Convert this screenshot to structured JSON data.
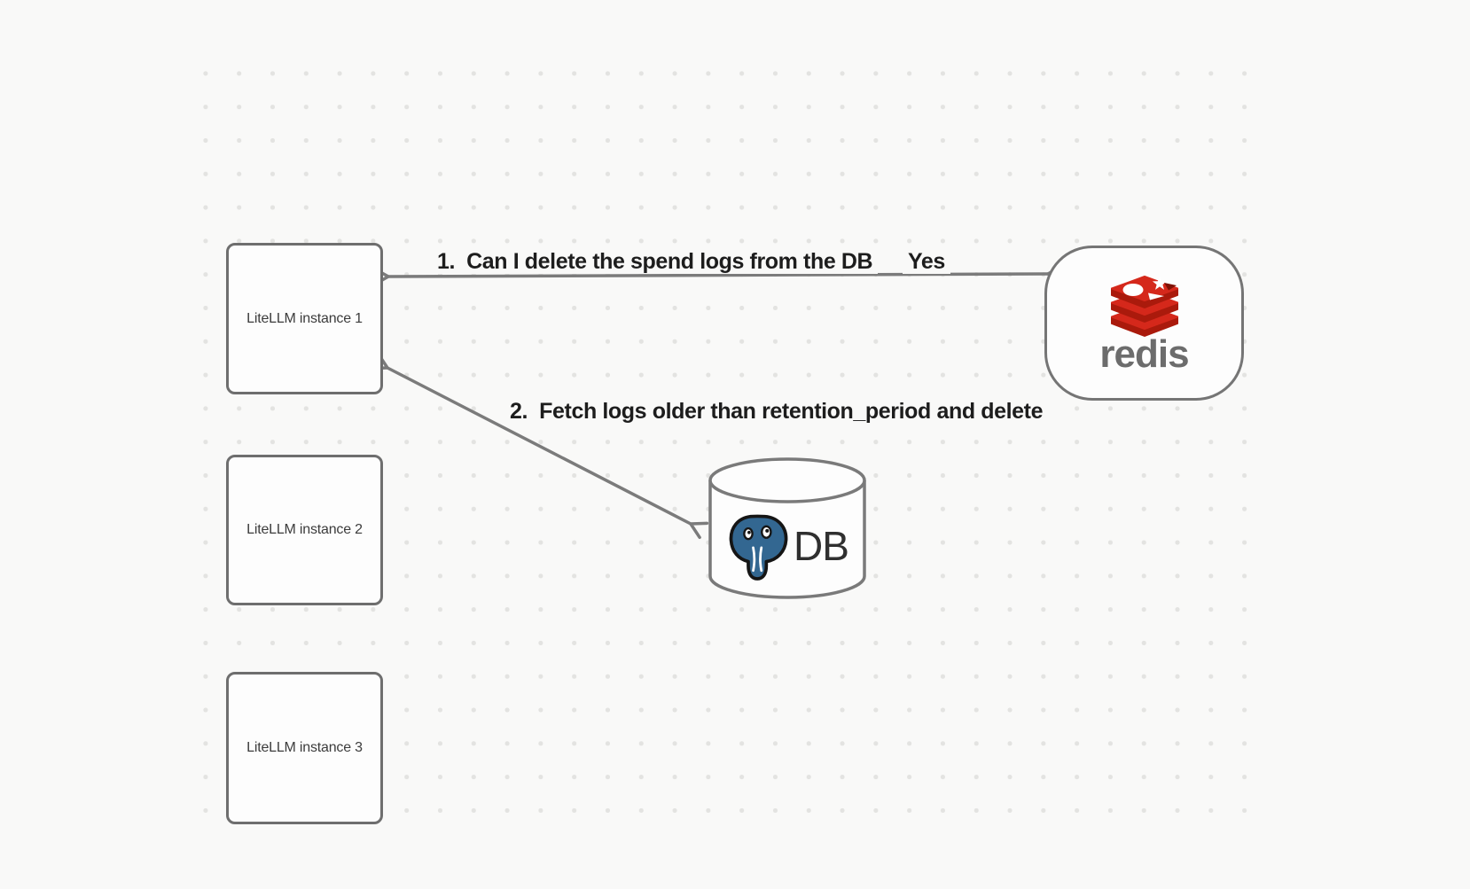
{
  "canvas": {
    "background": "#f9f9f8",
    "dot_color": "#e3e3e1"
  },
  "nodes": {
    "instances": [
      {
        "label": "LiteLLM instance 1"
      },
      {
        "label": "LiteLLM instance 2"
      },
      {
        "label": "LiteLLM instance 3"
      }
    ],
    "redis": {
      "wordmark": "redis",
      "logo_icon": "redis-stacked-slabs",
      "red": "#d5281b",
      "dark_red": "#aa1a0c",
      "notch_red": "#7f1205",
      "wordmark_color": "#6c6c6c"
    },
    "db": {
      "label": "DB",
      "logo_icon": "postgresql-elephant",
      "elephant_blue": "#336791"
    }
  },
  "edges": {
    "edge1": {
      "label": "1.  Can I delete the spend logs from the DB",
      "reply": "Yes",
      "from": "redis",
      "to": "litellm-instance-1",
      "arrows": "both",
      "color": "#7b7b7b"
    },
    "edge2": {
      "label": "2.  Fetch logs older than retention_period and delete",
      "from": "litellm-instance-1",
      "to": "db",
      "arrows": "both",
      "color": "#7b7b7b"
    }
  }
}
